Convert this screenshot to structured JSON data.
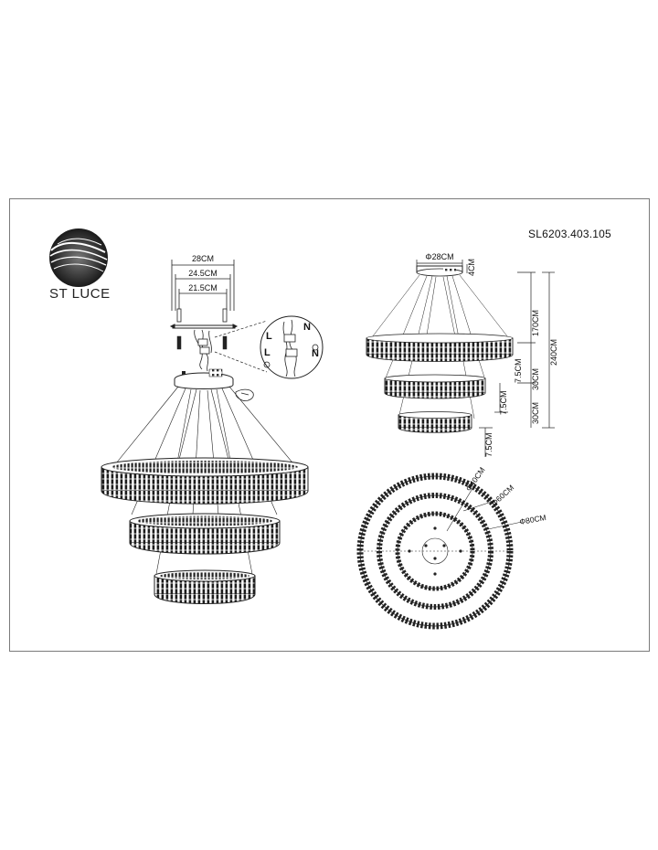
{
  "brand": {
    "name": "ST LUCE",
    "logo_icon": "wave-sphere-icon"
  },
  "model_number": "SL6203.403.105",
  "canopy_dims": {
    "outer": "28CM",
    "middle": "24.5CM",
    "inner": "21.5CM"
  },
  "wiring": {
    "live": "L",
    "neutral": "N"
  },
  "side_dims": {
    "canopy_diameter": "Φ28CM",
    "canopy_height": "4CM",
    "cable_length": "170CM",
    "overall_height": "240CM",
    "ring_height_top": "7.5CM",
    "gap_top_middle": "30CM",
    "ring_height_middle": "7.5CM",
    "gap_middle_bottom": "30CM",
    "ring_height_bottom": "7.5CM"
  },
  "plan_dims": {
    "small_ring": "Φ40CM",
    "medium_ring": "Φ60CM",
    "large_ring": "Φ80CM"
  },
  "colors": {
    "line": "#222222",
    "frame": "#7a7a7a"
  }
}
